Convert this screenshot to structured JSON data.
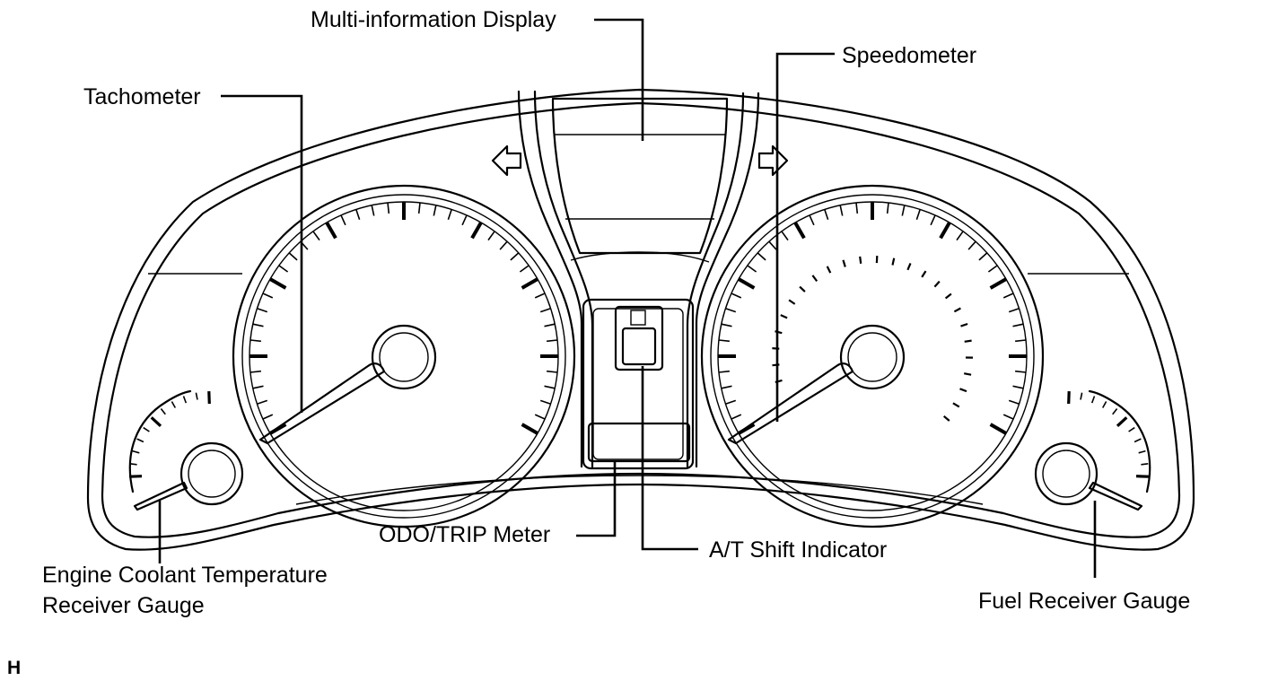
{
  "labels": {
    "multi_information_display": "Multi-information Display",
    "speedometer": "Speedometer",
    "tachometer": "Tachometer",
    "odo_trip_meter": "ODO/TRIP Meter",
    "at_shift_indicator": "A/T Shift Indicator",
    "engine_coolant_line1": "Engine Coolant Temperature",
    "engine_coolant_line2": "Receiver Gauge",
    "fuel_receiver_gauge": "Fuel Receiver Gauge"
  },
  "corner_mark": "H",
  "icons": [
    "left-turn-arrow-icon",
    "right-turn-arrow-icon"
  ],
  "colors": {
    "line": "#000000",
    "background": "#ffffff"
  }
}
